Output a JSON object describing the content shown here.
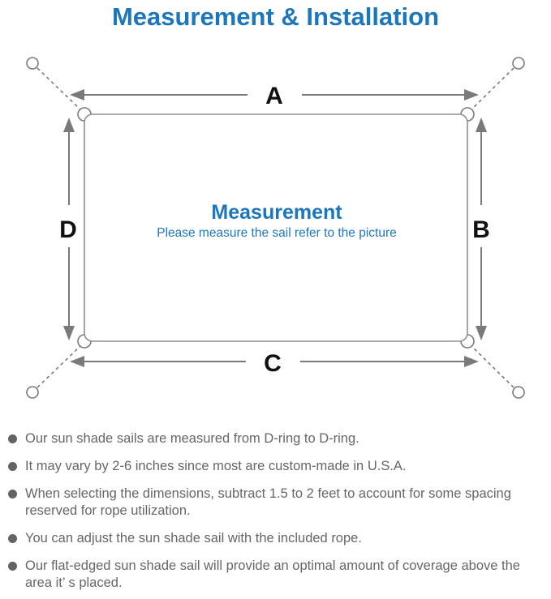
{
  "title": "Measurement & Installation",
  "diagram": {
    "side_labels": {
      "top": "A",
      "right": "B",
      "bottom": "C",
      "left": "D"
    },
    "center_title": "Measurement",
    "center_subtitle": "Please measure the sail refer to the picture",
    "colors": {
      "accent_blue": "#1b76bc",
      "line_gray": "#7a7a7a",
      "sail_border_gray": "#909090",
      "label_black": "#111111"
    }
  },
  "notes": {
    "items": [
      "Our sun shade sails are measured from D-ring to D-ring.",
      "It may vary by 2-6 inches since most are custom-made in U.S.A.",
      "When selecting the dimensions, subtract 1.5 to 2 feet to account for some spacing reserved for rope utilization.",
      "You can adjust the sun shade sail with the included rope.",
      "Our flat-edged sun shade sail will provide an optimal amount of coverage above the area it’ s placed."
    ]
  }
}
